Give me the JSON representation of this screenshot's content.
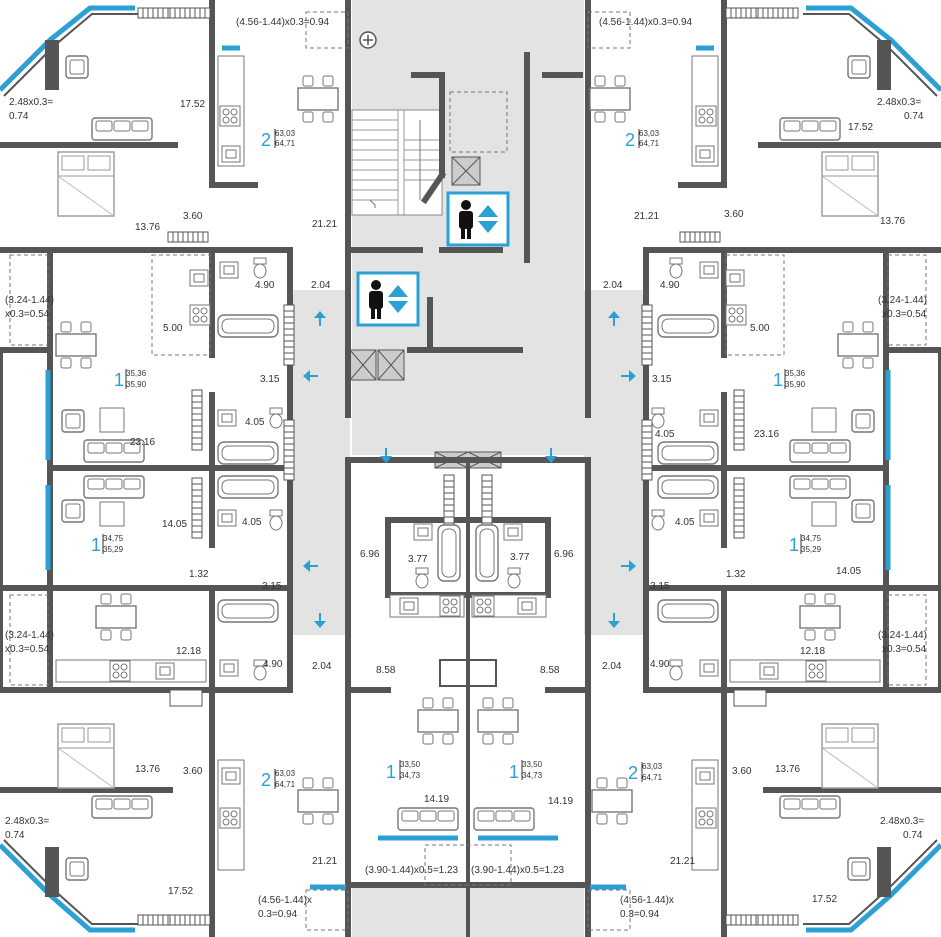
{
  "colors": {
    "wall": "#555555",
    "corridor": "#e3e3e3",
    "accent": "#2aa0d4",
    "furniture_stroke": "#777777",
    "text": "#333333"
  },
  "room_areas": [
    {
      "id": "tl-17-52",
      "text": "17.52"
    },
    {
      "id": "tl-13-76",
      "text": "13.76"
    },
    {
      "id": "tl-3-60",
      "text": "3.60"
    },
    {
      "id": "tl-21-21",
      "text": "21.21"
    },
    {
      "id": "tl-4-90",
      "text": "4.90"
    },
    {
      "id": "tl-2-04",
      "text": "2.04"
    },
    {
      "id": "tl-5-00",
      "text": "5.00"
    },
    {
      "id": "tr-17-52",
      "text": "17.52"
    },
    {
      "id": "tr-13-76",
      "text": "13.76"
    },
    {
      "id": "tr-3-60",
      "text": "3.60"
    },
    {
      "id": "tr-21-21",
      "text": "21.21"
    },
    {
      "id": "tr-4-90",
      "text": "4.90"
    },
    {
      "id": "tr-2-04",
      "text": "2.04"
    },
    {
      "id": "tr-5-00",
      "text": "5.00"
    },
    {
      "id": "ml-3-15a",
      "text": "3.15"
    },
    {
      "id": "ml-4-05a",
      "text": "4.05"
    },
    {
      "id": "ml-23-16",
      "text": "23.16"
    },
    {
      "id": "ml-14-05",
      "text": "14.05"
    },
    {
      "id": "ml-4-05b",
      "text": "4.05"
    },
    {
      "id": "ml-1-32",
      "text": "1.32"
    },
    {
      "id": "ml-3-15b",
      "text": "3.15"
    },
    {
      "id": "mr-3-15a",
      "text": "3.15"
    },
    {
      "id": "mr-4-05a",
      "text": "4.05"
    },
    {
      "id": "mr-23-16",
      "text": "23.16"
    },
    {
      "id": "mr-14-05",
      "text": "14.05"
    },
    {
      "id": "mr-4-05b",
      "text": "4.05"
    },
    {
      "id": "mr-1-32",
      "text": "1.32"
    },
    {
      "id": "mr-3-15b",
      "text": "3.15"
    },
    {
      "id": "c-6-96l",
      "text": "6.96"
    },
    {
      "id": "c-3-77l",
      "text": "3.77"
    },
    {
      "id": "c-3-77r",
      "text": "3.77"
    },
    {
      "id": "c-6-96r",
      "text": "6.96"
    },
    {
      "id": "c-8-58l",
      "text": "8.58"
    },
    {
      "id": "c-8-58r",
      "text": "8.58"
    },
    {
      "id": "c-14-19l",
      "text": "14.19"
    },
    {
      "id": "c-14-19r",
      "text": "14.19"
    },
    {
      "id": "bl-12-18",
      "text": "12.18"
    },
    {
      "id": "bl-4-90",
      "text": "4.90"
    },
    {
      "id": "bl-2-04",
      "text": "2.04"
    },
    {
      "id": "bl-13-76",
      "text": "13.76"
    },
    {
      "id": "bl-3-60",
      "text": "3.60"
    },
    {
      "id": "bl-21-21",
      "text": "21.21"
    },
    {
      "id": "bl-17-52",
      "text": "17.52"
    },
    {
      "id": "br-12-18",
      "text": "12.18"
    },
    {
      "id": "br-4-90",
      "text": "4.90"
    },
    {
      "id": "br-2-04",
      "text": "2.04"
    },
    {
      "id": "br-13-76",
      "text": "13.76"
    },
    {
      "id": "br-3-60",
      "text": "3.60"
    },
    {
      "id": "br-21-21",
      "text": "21.21"
    },
    {
      "id": "br-17-52",
      "text": "17.52"
    }
  ],
  "balcony_formulas": [
    {
      "id": "tl-balc-top",
      "text": "(4.56-1.44)x0.3=0.94"
    },
    {
      "id": "tr-balc-top",
      "text": "(4.56-1.44)x0.3=0.94"
    },
    {
      "id": "tl-corner-1",
      "text": "2.48x0.3="
    },
    {
      "id": "tl-corner-2",
      "text": "0.74"
    },
    {
      "id": "tr-corner-1",
      "text": "2.48x0.3="
    },
    {
      "id": "tr-corner-2",
      "text": "0.74"
    },
    {
      "id": "ml-balc-1",
      "text": "(3.24-1.44)"
    },
    {
      "id": "ml-balc-2",
      "text": "x0.3=0.54"
    },
    {
      "id": "mr-balc-1",
      "text": "(3.24-1.44)"
    },
    {
      "id": "mr-balc-2",
      "text": "x0.3=0.54"
    },
    {
      "id": "bl-balc-1",
      "text": "(3.24-1.44)"
    },
    {
      "id": "bl-balc-2",
      "text": "x0.3=0.54"
    },
    {
      "id": "br-balc-1",
      "text": "(3.24-1.44)"
    },
    {
      "id": "br-balc-2",
      "text": "x0.3=0.54"
    },
    {
      "id": "bl-corner-1",
      "text": "2.48x0.3="
    },
    {
      "id": "bl-corner-2",
      "text": "0.74"
    },
    {
      "id": "br-corner-1",
      "text": "2.48x0.3="
    },
    {
      "id": "br-corner-2",
      "text": "0.74"
    },
    {
      "id": "c-balc-l",
      "text": "(3.90-1.44)x0.5=1.23"
    },
    {
      "id": "c-balc-r",
      "text": "(3.90-1.44)x0.5=1.23"
    },
    {
      "id": "bl-balc-bot-1",
      "text": "(4.56-1.44)x"
    },
    {
      "id": "bl-balc-bot-2",
      "text": "0.3=0.94"
    },
    {
      "id": "br-balc-bot-1",
      "text": "(4.56-1.44)x"
    },
    {
      "id": "br-balc-bot-2",
      "text": "0.3=0.94"
    }
  ],
  "apartments": [
    {
      "id": "apt-tl",
      "rooms": "2",
      "area_a": "63,03",
      "area_b": "64,71"
    },
    {
      "id": "apt-tr",
      "rooms": "2",
      "area_a": "63,03",
      "area_b": "64,71"
    },
    {
      "id": "apt-ml1",
      "rooms": "1",
      "area_a": "35,36",
      "area_b": "35,90"
    },
    {
      "id": "apt-mr1",
      "rooms": "1",
      "area_a": "35,36",
      "area_b": "35,90"
    },
    {
      "id": "apt-ml2",
      "rooms": "1",
      "area_a": "34,75",
      "area_b": "35,29"
    },
    {
      "id": "apt-mr2",
      "rooms": "1",
      "area_a": "34,75",
      "area_b": "35,29"
    },
    {
      "id": "apt-cl",
      "rooms": "1",
      "area_a": "33,50",
      "area_b": "34,73"
    },
    {
      "id": "apt-cr",
      "rooms": "1",
      "area_a": "33,50",
      "area_b": "34,73"
    },
    {
      "id": "apt-bl",
      "rooms": "2",
      "area_a": "63,03",
      "area_b": "64,71"
    },
    {
      "id": "apt-br",
      "rooms": "2",
      "area_a": "63,03",
      "area_b": "64,71"
    }
  ],
  "icons": {
    "elevator": "elevator-icon",
    "entry_arrow": "entry-arrow-icon",
    "north_marker": "plus-circle-icon"
  }
}
